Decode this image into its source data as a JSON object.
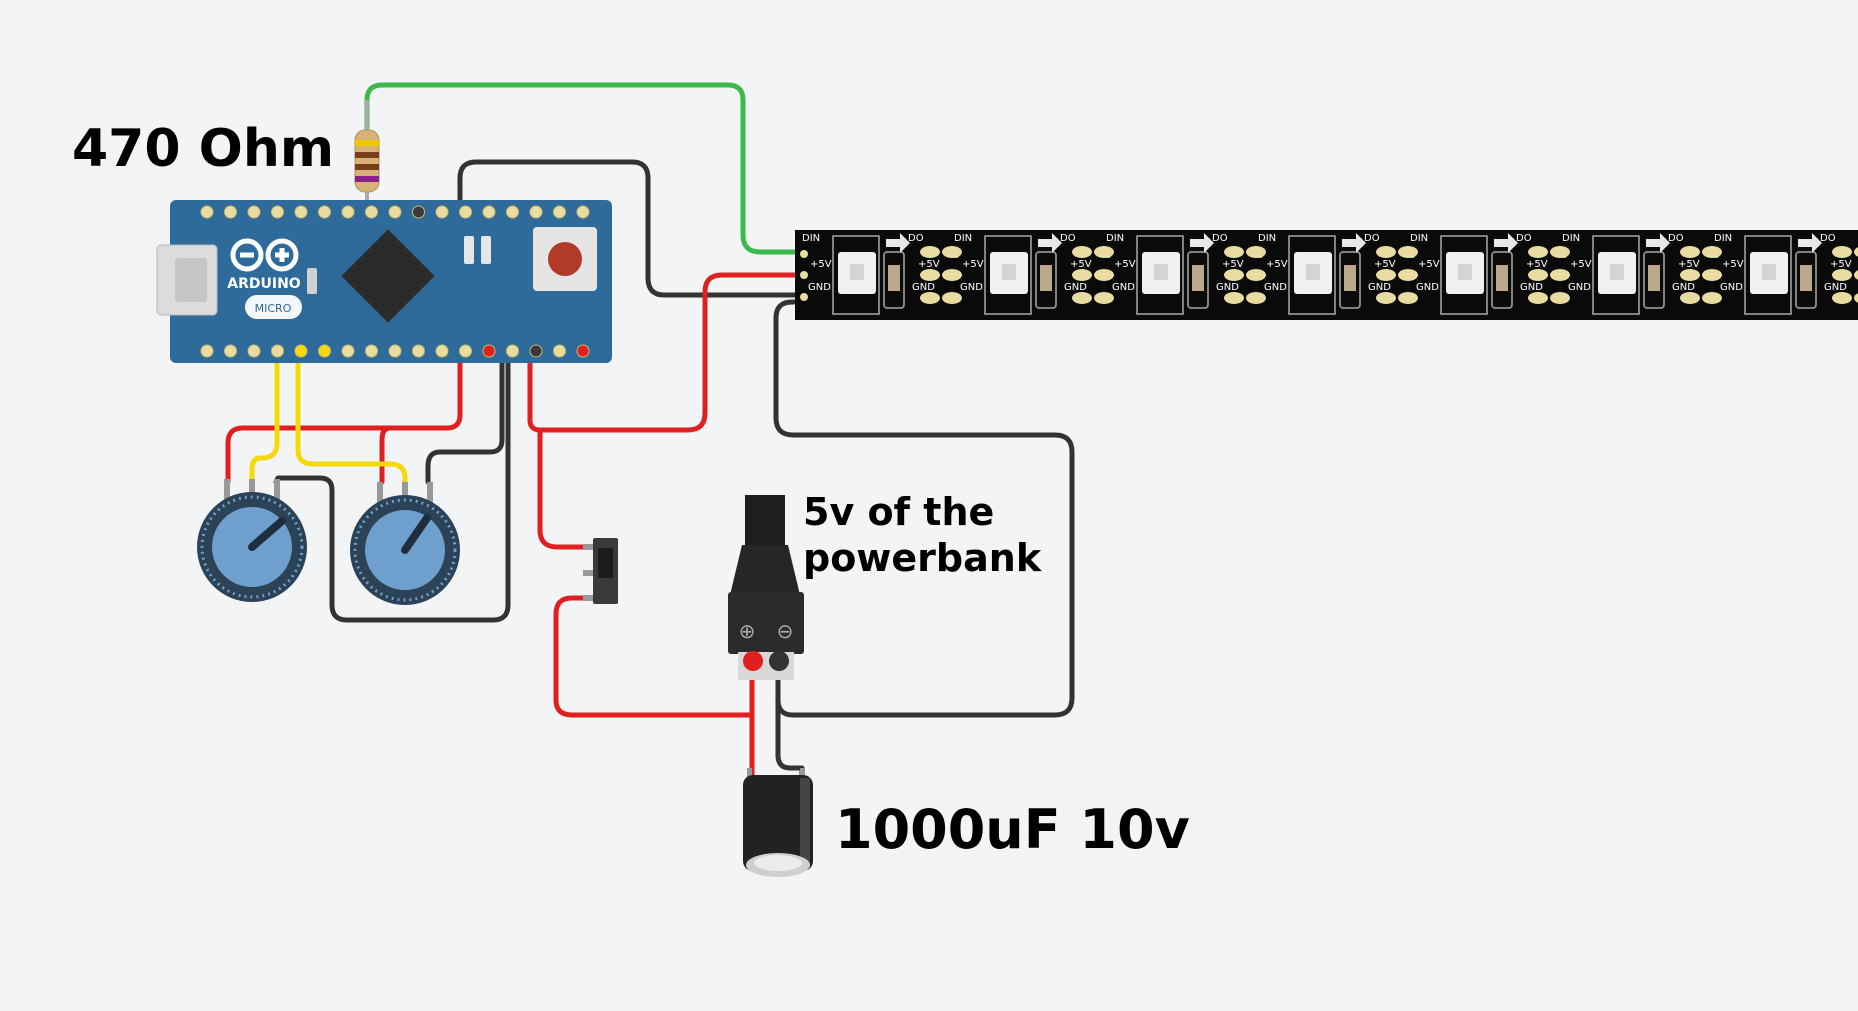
{
  "labels": {
    "resistor": "470 Ohm",
    "power_line1": "5v of the",
    "power_line2": "powerbank",
    "capacitor": "1000uF 10v"
  },
  "arduino": {
    "brand": "ARDUINO",
    "model": "MICRO"
  },
  "led_strip": {
    "segments": 7,
    "pad_din": "DIN",
    "pad_do": "DO",
    "pad_5v": "+5V",
    "pad_gnd": "GND"
  },
  "dc_jack": {
    "plus_symbol": "⊕",
    "minus_symbol": "⊖"
  },
  "colors": {
    "wire_red": "#e02020",
    "wire_black": "#333333",
    "wire_green": "#3cb94a",
    "wire_yellow": "#f5d90a",
    "board_blue": "#2f6b9a",
    "strip_black": "#0a0a0a",
    "background": "#f3f4f6"
  }
}
